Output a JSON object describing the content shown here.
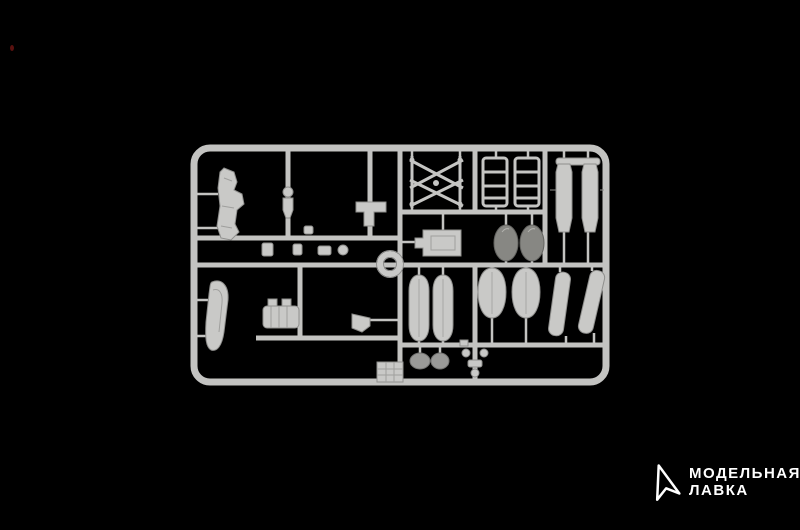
{
  "scene": {
    "background_color": "#000000",
    "sprue_color": "#c7c7c5",
    "content": "light gray plastic model kit sprue with aircraft parts on black background"
  },
  "watermark": {
    "line1": "МОДЕЛЬНАЯ",
    "line2": "ЛАВКА",
    "text_color": "#ffffff",
    "icon": "compass-arrow-icon"
  }
}
